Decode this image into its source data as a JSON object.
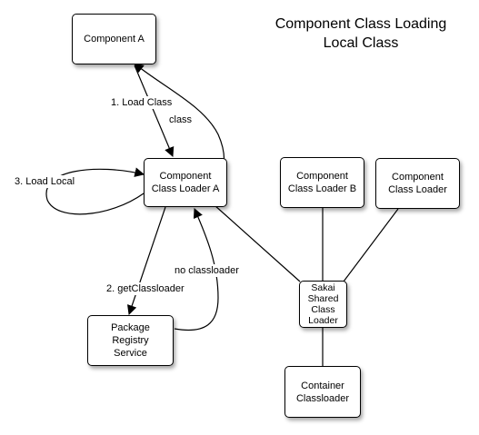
{
  "title": {
    "line1": "Component Class Loading",
    "line2": "Local Class"
  },
  "nodes": {
    "component_a": "Component A",
    "ccl_a_line1": "Component",
    "ccl_a_line2": "Class Loader A",
    "ccl_b_line1": "Component",
    "ccl_b_line2": "Class Loader B",
    "ccl_line1": "Component",
    "ccl_line2": "Class Loader",
    "sakai_line1": "Sakai",
    "sakai_line2": "Shared",
    "sakai_line3": "Class",
    "sakai_line4": "Loader",
    "package_line1": "Package",
    "package_line2": "Registry",
    "package_line3": "Service",
    "container_line1": "Container",
    "container_line2": "Classloader"
  },
  "edges": {
    "load_class": "1. Load Class",
    "class_return": "class",
    "load_local": "3. Load Local",
    "get_classloader": "2. getClassloader",
    "no_classloader": "no classloader"
  },
  "colors": {
    "stroke": "#000000",
    "background": "#ffffff"
  }
}
